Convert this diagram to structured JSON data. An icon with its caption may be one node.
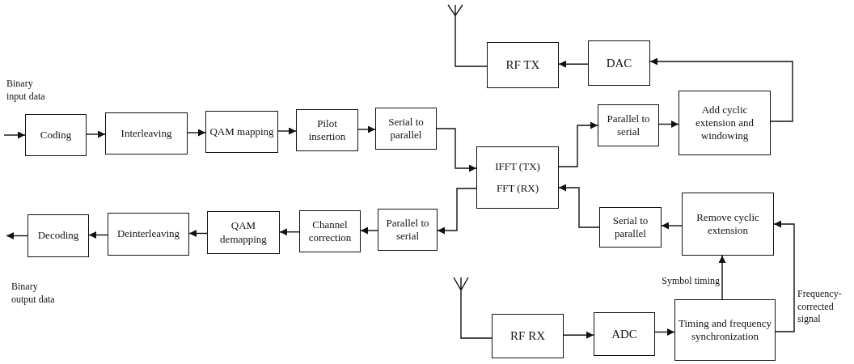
{
  "diagram": {
    "nodes": [
      {
        "text": [
          "Coding"
        ]
      },
      {
        "text": [
          "Interleaving"
        ]
      },
      {
        "text": [
          "QAM mapping"
        ]
      },
      {
        "text": [
          "Pilot insertion"
        ]
      },
      {
        "text": [
          "Serial to parallel"
        ]
      },
      {
        "text": [
          "IFFT (TX)",
          "FFT (RX)"
        ]
      },
      {
        "text": [
          "Parallel to serial"
        ]
      },
      {
        "text": [
          "Add cyclic extension and windowing"
        ]
      },
      {
        "text": [
          "DAC"
        ]
      },
      {
        "text": [
          "RF TX"
        ]
      },
      {
        "text": [],
        "shape": "antenna"
      },
      {
        "text": [
          "Parallel to serial"
        ]
      },
      {
        "text": [
          "Channel correction"
        ]
      },
      {
        "text": [
          "QAM demapping"
        ]
      },
      {
        "text": [
          "Deinterleaving"
        ]
      },
      {
        "text": [
          "Decoding"
        ]
      },
      {
        "text": [
          "Serial to parallel"
        ]
      },
      {
        "text": [
          "Remove cyclic extension"
        ]
      },
      {
        "text": [
          "Timing and frequency synchronization"
        ]
      },
      {
        "text": [
          "ADC"
        ]
      },
      {
        "text": [
          "RF RX"
        ]
      },
      {
        "text": [],
        "shape": "antenna"
      }
    ],
    "edges": [
      {
        "from": null,
        "to": 0,
        "arrow": "to"
      },
      {
        "from": 0,
        "to": 1,
        "arrow": "to"
      },
      {
        "from": 1,
        "to": 2,
        "arrow": "to"
      },
      {
        "from": 2,
        "to": 3,
        "arrow": "to"
      },
      {
        "from": 3,
        "to": 4,
        "arrow": "to"
      },
      {
        "from": 4,
        "to": 5,
        "arrow": "to"
      },
      {
        "from": 5,
        "to": 6,
        "arrow": "to"
      },
      {
        "from": 6,
        "to": 7,
        "arrow": "to"
      },
      {
        "from": 7,
        "to": 8,
        "arrow": "to"
      },
      {
        "from": 8,
        "to": 9,
        "arrow": "to"
      },
      {
        "from": 9,
        "to": 10,
        "arrow": "none"
      },
      {
        "from": 5,
        "to": 11,
        "arrow": "to"
      },
      {
        "from": 11,
        "to": 12,
        "arrow": "to"
      },
      {
        "from": 12,
        "to": 13,
        "arrow": "to"
      },
      {
        "from": 13,
        "to": 14,
        "arrow": "to"
      },
      {
        "from": 14,
        "to": 15,
        "arrow": "to"
      },
      {
        "from": 15,
        "to": null,
        "arrow": "to"
      },
      {
        "from": 17,
        "to": 16,
        "arrow": "to"
      },
      {
        "from": 16,
        "to": 5,
        "arrow": "to"
      },
      {
        "from": 18,
        "to": 17,
        "arrow": "to",
        "label": "Symbol timing"
      },
      {
        "from": 18,
        "to": 17,
        "arrow": "to",
        "label": "Frequency-corrected signal"
      },
      {
        "from": 19,
        "to": 18,
        "arrow": "to"
      },
      {
        "from": 20,
        "to": 19,
        "arrow": "to"
      },
      {
        "from": 21,
        "to": 20,
        "arrow": "none"
      }
    ],
    "labels": [
      "Binary input data",
      "Binary output data"
    ]
  }
}
